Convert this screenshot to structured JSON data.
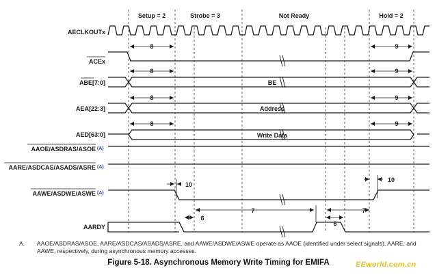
{
  "phases": {
    "setup": "Setup = 2",
    "strobe": "Strobe = 3",
    "not_ready": "Not Ready",
    "hold": "Hold = 2"
  },
  "signals": {
    "clk": "AECLKOUTx",
    "ace": "ACEx",
    "abe": "ABE[7:0]",
    "aea": "AEA[22:3]",
    "aed": "AED[63:0]",
    "aaoe": "AAOE/ASDRAS/ASOE",
    "aare": "AARE/ASDCAS/ASADS/ASRE",
    "aawe": "AAWE/ASDWE/ASWE",
    "aardy": "AARDY"
  },
  "note_ref": "(A)",
  "bus_values": {
    "abe": "BE",
    "aea": "Address",
    "aed": "Write Data"
  },
  "timing_values": {
    "setup_ace": "8",
    "setup_abe": "8",
    "setup_aea": "8",
    "setup_aed": "8",
    "hold_ace": "9",
    "hold_abe": "9",
    "hold_aea": "9",
    "hold_aed": "9",
    "awe_fall": "10",
    "awe_rise": "10",
    "strobe_len": "7",
    "ardy_to_hold": "7",
    "ardy_fall": "6",
    "ardy_rise": "6"
  },
  "note": {
    "label": "A.",
    "text": "AAOE/ASDRAS/ASOE, AARE/ASDCAS/ASADS/ASRE, and AAWE/ASDWE/ASWE operate as AAOE (identified under select signals), AARE, and AAWE, respectively, during asynchronous memory accesses."
  },
  "caption": "Figure 5-18. Asynchronous Memory Write Timing for EMIFA",
  "watermark": "EEworld.com.cn"
}
